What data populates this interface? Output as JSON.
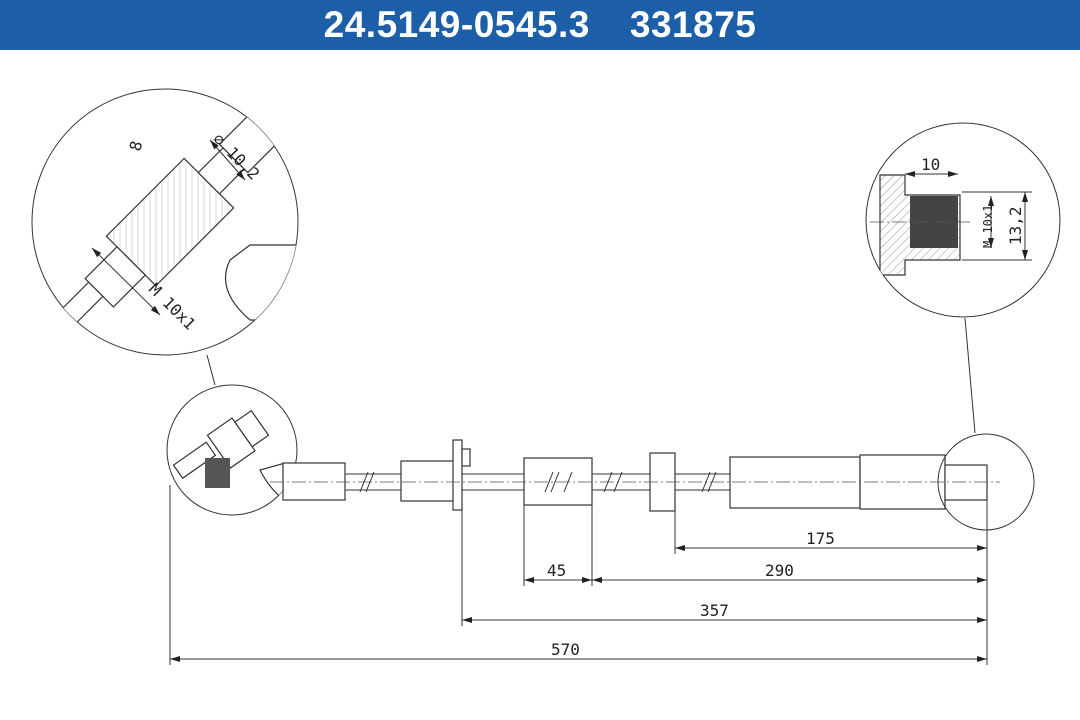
{
  "header": {
    "part_number": "24.5149-0545.3",
    "article_number": "331875",
    "background_color": "#1d5ea9"
  },
  "drawing": {
    "left_detail": {
      "dim_width": "8",
      "dim_diameter": "⌀ 10,2",
      "thread": "M 10x1"
    },
    "right_detail": {
      "dim_length": "10",
      "thread": "M 10x1",
      "dim_diameter": "13,2"
    },
    "dimensions": {
      "d175": "175",
      "d45": "45",
      "d290": "290",
      "d357": "357",
      "d570": "570"
    }
  }
}
